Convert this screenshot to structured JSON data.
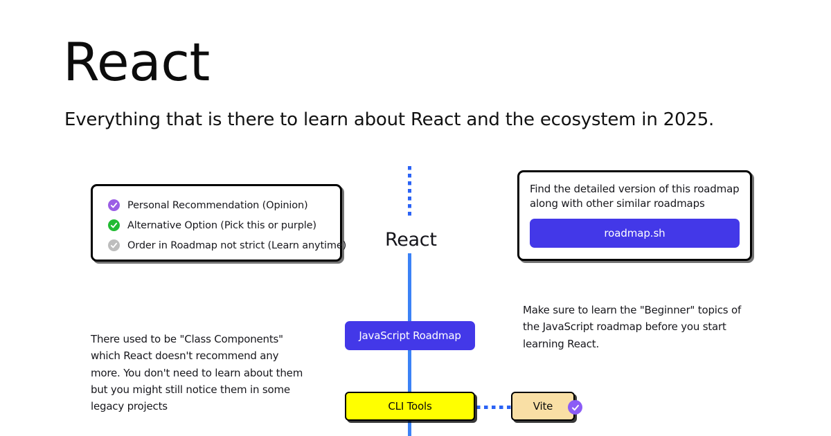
{
  "header": {
    "title": "React",
    "subtitle": "Everything that is there to learn about React and the ecosystem in 2025."
  },
  "legend": {
    "items": [
      {
        "icon": "check-circle-icon",
        "color": "#9b5de5",
        "label": "Personal Recommendation (Opinion)"
      },
      {
        "icon": "check-circle-icon",
        "color": "#22bb33",
        "label": "Alternative Option (Pick this or purple)"
      },
      {
        "icon": "check-circle-icon",
        "color": "#bdbdbd",
        "label": "Order in Roadmap not strict (Learn anytime)"
      }
    ]
  },
  "cta": {
    "text": "Find the detailed version of this roadmap along with other similar roadmaps",
    "button_label": "roadmap.sh",
    "button_color": "#4338e8"
  },
  "notes": {
    "left": "There used to be \"Class Components\" which React doesn't recommend any more. You don't need to learn about them but you might still notice them in some legacy projects",
    "right": "Make sure to learn the \"Beginner\" topics of the JavaScript roadmap before you start learning React."
  },
  "roadmap": {
    "center_label": "React",
    "nodes": [
      {
        "id": "javascript-roadmap",
        "label": "JavaScript Roadmap",
        "type": "primary",
        "color": "#4338e8"
      },
      {
        "id": "cli-tools",
        "label": "CLI Tools",
        "type": "topic",
        "color": "#ffff00"
      },
      {
        "id": "vite",
        "label": "Vite",
        "type": "subtopic",
        "color": "#f9dfa5",
        "badge": "check-circle-icon",
        "badge_color": "#8b5cf6"
      }
    ],
    "line_color": "#3b82f6"
  }
}
